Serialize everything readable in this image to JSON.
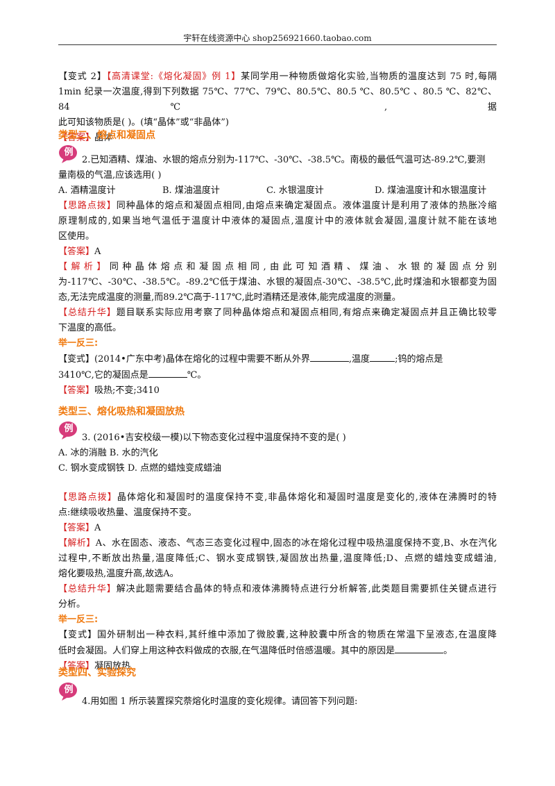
{
  "header": "宇轩在线资源中心   shop256921660.taobao.com",
  "variant2": {
    "tag1": "【变式 2】",
    "tag2": "【高清课堂:《熔化凝固》例 1】",
    "text_line1": "某同学用一种物质做熔化实验,当物质的温度达到 75   时,每隔",
    "text_line2": "1min 纪录一次温度,得到下列数据 75℃、77℃、79℃、80.5℃、80.5  ℃、80.5℃  、80.5  ℃、82℃、84℃  ,据",
    "text_line3": "此可知该物质是(              )。(填“晶体”或“非晶体”)",
    "answer_tag": "【答案】",
    "answer": "晶体"
  },
  "type2": {
    "heading": "类型二、熔点和凝固点",
    "badge": "例",
    "q_line1": "2.已知酒精、煤油、水银的熔点分别为-117℃、-30℃、-38.5℃。南极的最低气温可达-89.2℃,要测",
    "q_line2": "量南极的气温,应该选用(          )",
    "options": [
      "A. 酒精温度计",
      "B. 煤油温度计",
      "C. 水银温度计",
      "D. 煤油温度计和水银温度计"
    ],
    "hint_tag": "【思路点拨】",
    "hint_line1": "同种晶体的熔点和凝固点相同,由熔点来确定凝固点。液体温度计是利用了液体的热胀冷缩",
    "hint_line2": "原理制成的,如果当地气温低于温度计中液体的凝固点,温度计中的液体就会凝固,温度计就不能在该地",
    "hint_line3": "区使用。",
    "answer_tag": "【答案】",
    "answer": "A",
    "analysis_tag": "【解析】",
    "analysis_line1": "同种晶体熔点和凝固点相同,由此可知酒精、煤油、水银的凝固点分别",
    "analysis_line2": "为-117℃、-30℃、-38.5℃。-89.2℃低于煤油、水银的凝固点-30℃、-38.5℃,此时煤油和水银都变为固",
    "analysis_line3": "态,无法完成温度的测量,而89.2℃高于-117℃,此时酒精还是液体,能完成温度的测量。",
    "summary_tag": "【总结升华】",
    "summary_line1": "题目联系实际应用考察了同种晶体熔点和凝固点相同,有熔点来确定凝固点并且正确比较零",
    "summary_line2": "下温度的高低。",
    "practice_heading": "举一反三:",
    "variant_tag": "【变式】",
    "variant_line1_a": "(2014•广东中考)晶体在熔化的过程中需要不断从外界",
    "variant_line1_b": ",温度",
    "variant_line1_c": ";钨的熔点是",
    "variant_line2_a": "3410℃,它的凝固点是",
    "variant_line2_b": "℃。",
    "variant_answer_tag": "【答案】",
    "variant_answer": "吸热;不变;3410"
  },
  "type3": {
    "heading": "类型三、熔化吸热和凝固放热",
    "badge": "例",
    "q_line1": "3.  (2016•吉安校级一模)以下物态变化过程中温度保持不变的是(       )",
    "options_line1": "A.  冰的消融 B.  水的汽化",
    "options_line2": "C.  钢水变成钢铁 D.  点燃的蜡烛变成蜡油",
    "hint_tag": "【思路点拨】",
    "hint_line1": "晶体熔化和凝固时的温度保持不变,非晶体熔化和凝固时温度是变化的,液体在沸腾时的特",
    "hint_line2": "点:继续吸收热量、温度保持不变。",
    "answer_tag": "【答案】",
    "answer": "A",
    "analysis_tag": "【解析】",
    "analysis_line1": "A、水在固态、液态、气态三态变化过程中,固态的冰在熔化过程中吸热温度保持不变,B、水在汽化",
    "analysis_line2": "过程中,不断放出热量,温度降低;C、钢水变成钢铁,凝固放出热量,温度降低;D、点燃的蜡烛变成蜡油,",
    "analysis_line3": "熔化要吸热,温度升高,故选A。",
    "summary_tag": "【总结升华】",
    "summary_line1": "解决此题需要结合晶体的特点和液体沸腾特点进行分析解答,此类题目需要抓住关键点进行",
    "summary_line2": "分析。",
    "practice_heading": "举一反三:",
    "variant_tag": "【变式】",
    "variant_line1": "国外研制出一种衣料,其纤维中添加了微胶囊,这种胶囊中所含的物质在常温下呈液态,在温度降",
    "variant_line2_a": "低时会凝固。人们穿上用这种衣料做成的衣服,在气温降低时倍感温暖。其中的原因是",
    "variant_line2_b": "。",
    "variant_answer_tag": "【答案】",
    "variant_answer": "凝固放热"
  },
  "type4": {
    "heading": "类型四、实验探究",
    "badge": "例",
    "q_line1": "4.用如图 1 所示装置探究萘熔化时温度的变化规律。请回答下列问题:"
  },
  "colors": {
    "tag_red": "#d62020",
    "heading_orange": "#f07a10",
    "badge_pink": "#d63b7a"
  }
}
